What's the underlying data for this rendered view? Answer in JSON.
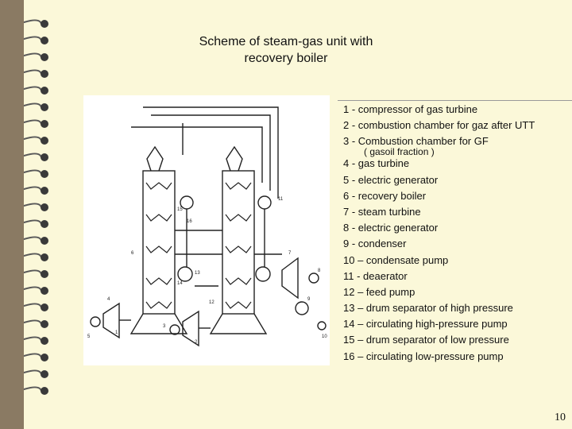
{
  "slide": {
    "title_line1": "Scheme of steam-gas unit with",
    "title_line2": "recovery boiler",
    "page_number": "10"
  },
  "legend": [
    {
      "text": "1  -  compressor of gas turbine"
    },
    {
      "text": "2  -  combustion chamber for gaz after UTT"
    },
    {
      "text": "3  -  Combustion chamber for GF",
      "sub": "( gasoil fraction )"
    },
    {
      "text": "4  -  gas turbine"
    },
    {
      "text": "5  -  electric generator"
    },
    {
      "text": "6  -  recovery boiler"
    },
    {
      "text": "7  -  steam turbine"
    },
    {
      "text": "8  -  electric generator"
    },
    {
      "text": "9  -  condenser"
    },
    {
      "text": "10 – condensate pump"
    },
    {
      "text": "11 - deaerator"
    },
    {
      "text": "12 – feed pump"
    },
    {
      "text": "13 – drum separator of high pressure"
    },
    {
      "text": "14 – circulating high-pressure pump"
    },
    {
      "text": "15 – drum separator of low pressure"
    },
    {
      "text": "16 – circulating low-pressure pump"
    }
  ],
  "diagram": {
    "labels": [
      "5",
      "4",
      "1",
      "3",
      "2",
      "15",
      "16",
      "14",
      "13",
      "9",
      "10",
      "7",
      "8",
      "12",
      "11",
      "6"
    ]
  }
}
